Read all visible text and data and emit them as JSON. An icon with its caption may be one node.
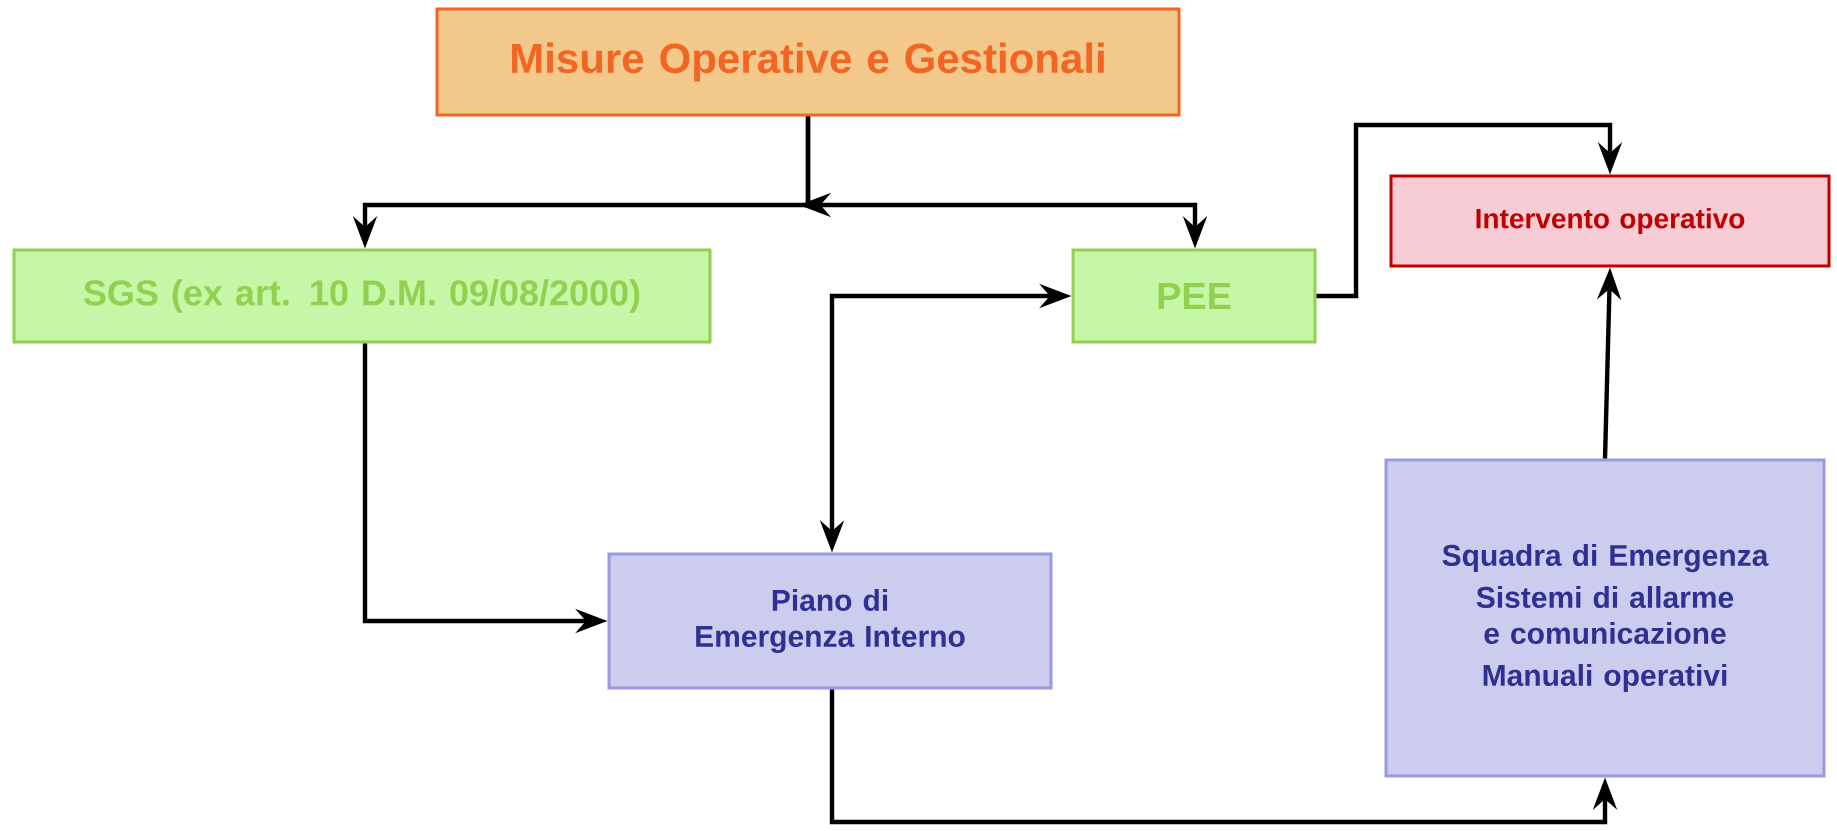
{
  "diagram": {
    "nodes": [
      {
        "text": [
          "Misure Operative e Gestionali"
        ]
      },
      {
        "text": [
          "SGS (ex art. 10 D.M. 09/08/2000)"
        ]
      },
      {
        "text": [
          "PEE"
        ]
      },
      {
        "text": [
          "Intervento  operativo"
        ]
      },
      {
        "text": [
          "Piano di Emergenza Interno"
        ]
      },
      {
        "text": [
          "Squadra di Emergenza",
          "Sistemi di allarme e comunicazione",
          "Manuali operativi"
        ]
      }
    ],
    "edges": [
      {
        "from": 0,
        "to": 1,
        "arrow": "to"
      },
      {
        "from": 0,
        "to": 2,
        "arrow": "to"
      },
      {
        "from": 1,
        "to": 4,
        "arrow": "to"
      },
      {
        "from": 2,
        "to": 4,
        "arrow": "both"
      },
      {
        "from": 2,
        "to": 3,
        "arrow": "to"
      },
      {
        "from": 4,
        "to": 5,
        "arrow": "to"
      },
      {
        "from": 5,
        "to": 3,
        "arrow": "to"
      }
    ]
  }
}
